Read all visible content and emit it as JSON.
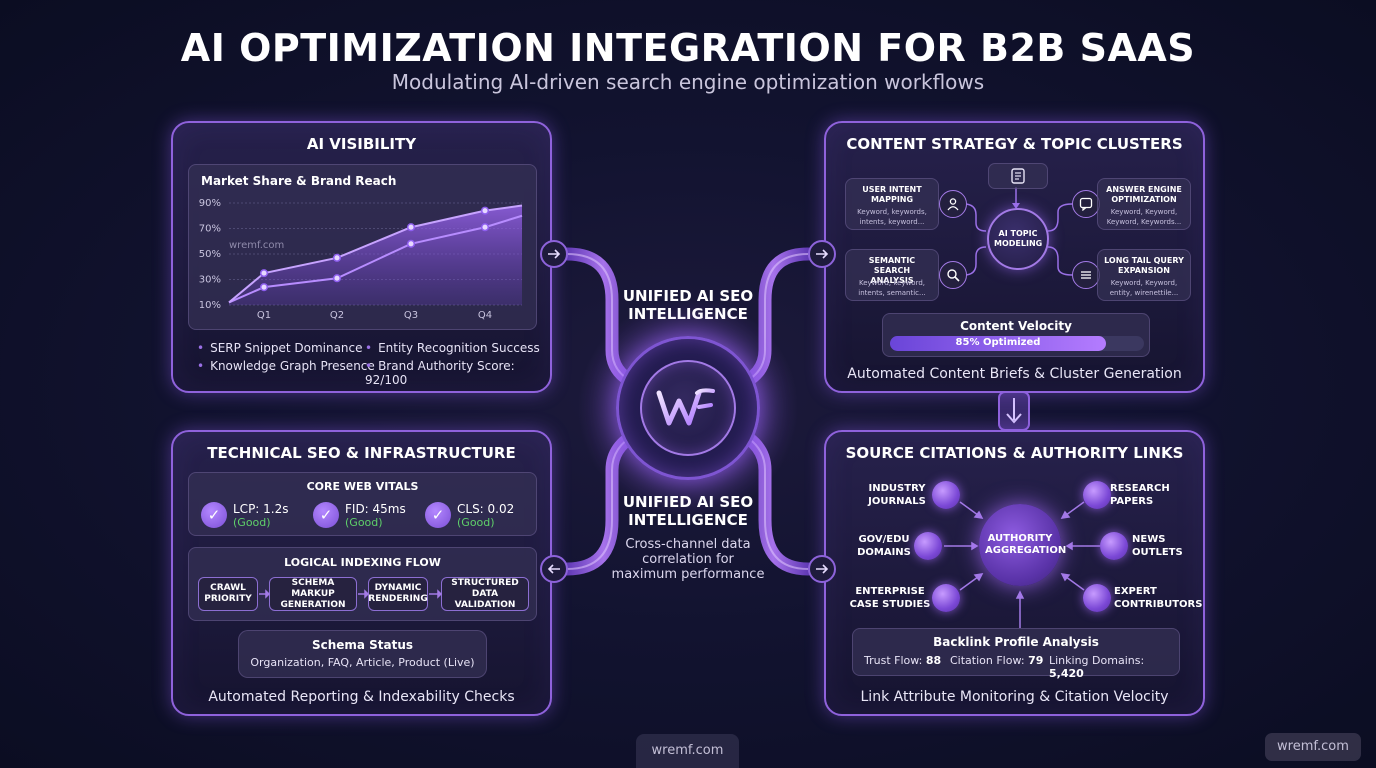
{
  "header": {
    "title": "AI OPTIMIZATION INTEGRATION FOR B2B SAAS",
    "subtitle": "Modulating AI-driven search engine optimization workflows"
  },
  "visibility": {
    "title": "AI VISIBILITY",
    "chart_title": "Market Share & Brand Reach",
    "watermark": "wremf.com",
    "bullets": [
      "SERP Snippet Dominance",
      "Entity Recognition Success",
      "Knowledge Graph Presence",
      "Brand Authority Score: 92/100"
    ]
  },
  "chart_data": {
    "type": "line",
    "title": "Market Share & Brand Reach",
    "categories": [
      "Q1",
      "Q2",
      "Q3",
      "Q4"
    ],
    "yticks": [
      "90%",
      "70%",
      "50%",
      "30%",
      "10%"
    ],
    "ylim": [
      10,
      90
    ],
    "series": [
      {
        "values": [
          35,
          47,
          71,
          84
        ]
      },
      {
        "values": [
          24,
          31,
          58,
          71
        ]
      }
    ],
    "area_fill": true,
    "grid": true
  },
  "technical": {
    "title": "TECHNICAL SEO & INFRASTRUCTURE",
    "vitals_title": "CORE WEB VITALS",
    "vitals": [
      {
        "metric": "LCP: 1.2s",
        "status": "(Good)"
      },
      {
        "metric": "FID: 45ms",
        "status": "(Good)"
      },
      {
        "metric": "CLS: 0.02",
        "status": "(Good)"
      }
    ],
    "flow_title": "LOGICAL INDEXING FLOW",
    "flow_steps": [
      "CRAWL PRIORITY",
      "SCHEMA MARKUP GENERATION",
      "DYNAMIC RENDERING",
      "STRUCTURED DATA VALIDATION"
    ],
    "schema_title": "Schema Status",
    "schema_value": "Organization, FAQ, Article, Product (Live)",
    "footer": "Automated Reporting & Indexability Checks"
  },
  "content": {
    "title": "CONTENT STRATEGY & TOPIC CLUSTERS",
    "center": "AI TOPIC MODELING",
    "nodes": [
      {
        "label": "USER INTENT MAPPING",
        "desc": "Keyword, keywords, intents, keyword..."
      },
      {
        "label": "SEMANTIC SEARCH ANALYSIS",
        "desc": "Keyword, keyword, intents, semantic..."
      },
      {
        "label": "ANSWER ENGINE OPTIMIZATION",
        "desc": "Keyword, Keyword, Keyword, Keywords..."
      },
      {
        "label": "LONG TAIL QUERY EXPANSION",
        "desc": "Keyword, Keyword, entity, wirenettile..."
      }
    ],
    "velocity_title": "Content Velocity",
    "velocity_label": "85% Optimized",
    "velocity_value": 85,
    "footer": "Automated Content Briefs & Cluster Generation"
  },
  "hub": {
    "top_label": "UNIFIED AI SEO INTELLIGENCE",
    "bottom_label": "UNIFIED AI SEO INTELLIGENCE",
    "caption": "Cross-channel data correlation for maximum performance"
  },
  "citations": {
    "title": "SOURCE CITATIONS & AUTHORITY LINKS",
    "center": "AUTHORITY AGGREGATION",
    "sources": [
      "INDUSTRY JOURNALS",
      "RESEARCH PAPERS",
      "GOV/EDU DOMAINS",
      "NEWS OUTLETS",
      "ENTERPRISE CASE STUDIES",
      "EXPERT CONTRIBUTORS"
    ],
    "backlink_title": "Backlink Profile Analysis",
    "metrics": [
      {
        "label": "Trust Flow:",
        "value": "88"
      },
      {
        "label": "Citation Flow:",
        "value": "79"
      },
      {
        "label": "Linking Domains:",
        "value": "5,420"
      }
    ],
    "footer": "Link Attribute Monitoring & Citation Velocity"
  },
  "watermarks": {
    "bottom_center": "wremf.com",
    "bottom_right": "wremf.com"
  },
  "colors": {
    "accent": "#8f62dc",
    "good": "#5fd06a",
    "background": "#121330"
  }
}
